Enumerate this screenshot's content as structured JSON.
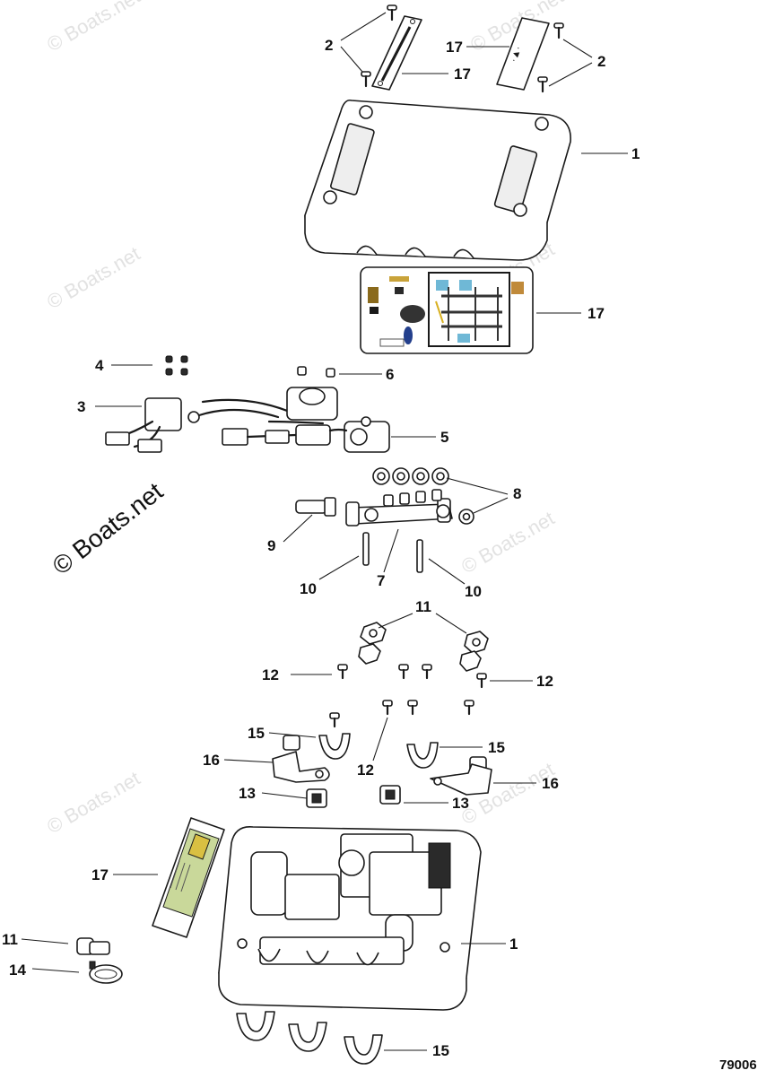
{
  "diagram": {
    "figure_number": "79006",
    "watermarks": {
      "small_text": "© Boats.net",
      "large_text": "© Boats.net"
    },
    "callouts": [
      {
        "id": "c2a",
        "label": "2"
      },
      {
        "id": "c17a",
        "label": "17"
      },
      {
        "id": "c17b",
        "label": "17"
      },
      {
        "id": "c2b",
        "label": "2"
      },
      {
        "id": "c1a",
        "label": "1"
      },
      {
        "id": "c17c",
        "label": "17"
      },
      {
        "id": "c4",
        "label": "4"
      },
      {
        "id": "c6",
        "label": "6"
      },
      {
        "id": "c3",
        "label": "3"
      },
      {
        "id": "c5",
        "label": "5"
      },
      {
        "id": "c8",
        "label": "8"
      },
      {
        "id": "c9",
        "label": "9"
      },
      {
        "id": "c10a",
        "label": "10"
      },
      {
        "id": "c7",
        "label": "7"
      },
      {
        "id": "c10b",
        "label": "10"
      },
      {
        "id": "c11a",
        "label": "11"
      },
      {
        "id": "c12a",
        "label": "12"
      },
      {
        "id": "c12b",
        "label": "12"
      },
      {
        "id": "c15a",
        "label": "15"
      },
      {
        "id": "c15b",
        "label": "15"
      },
      {
        "id": "c16a",
        "label": "16"
      },
      {
        "id": "c12c",
        "label": "12"
      },
      {
        "id": "c16b",
        "label": "16"
      },
      {
        "id": "c13a",
        "label": "13"
      },
      {
        "id": "c13b",
        "label": "13"
      },
      {
        "id": "c17d",
        "label": "17"
      },
      {
        "id": "c11b",
        "label": "11"
      },
      {
        "id": "c1b",
        "label": "1"
      },
      {
        "id": "c14",
        "label": "14"
      },
      {
        "id": "c15c",
        "label": "15"
      }
    ]
  }
}
